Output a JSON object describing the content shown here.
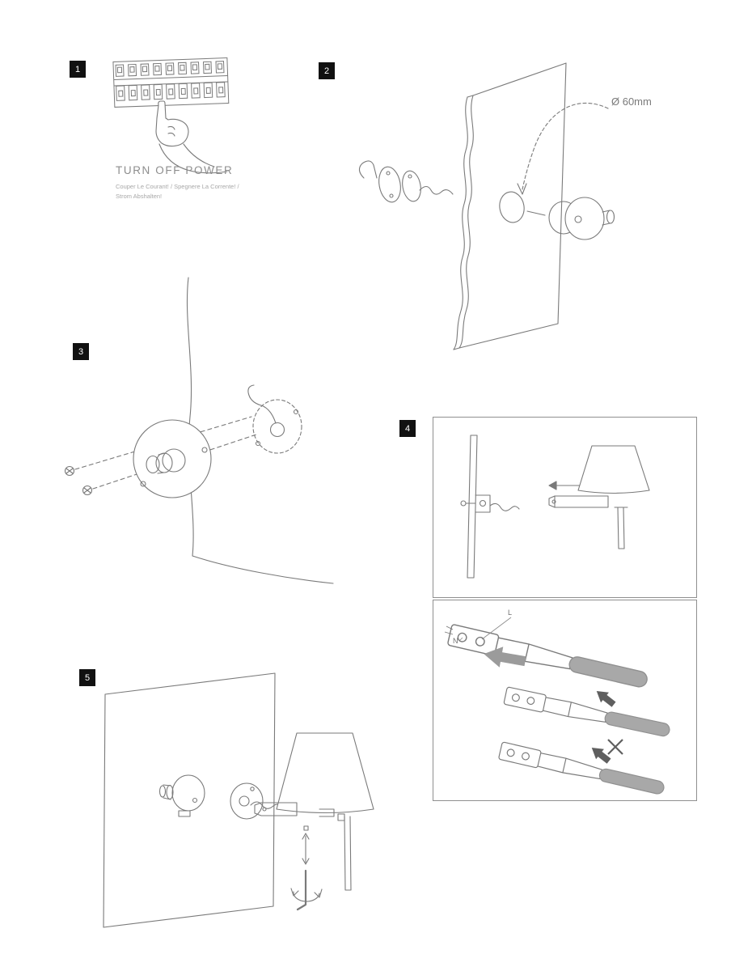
{
  "colors": {
    "background": "#ffffff",
    "line": "#7a7a7a",
    "badge_bg": "#111111",
    "badge_text": "#ffffff",
    "cable_gray": "#a8a8a8",
    "arrow_gray": "#9b9b9b",
    "title_text": "#8d8d8d",
    "subtitle_text": "#a8a8a8"
  },
  "steps": [
    {
      "number": "1",
      "title": "TURN OFF POWER",
      "subtitle": [
        "Couper Le Courant! / Spegnere La Corrente! /",
        "Strom Abshalten!"
      ]
    },
    {
      "number": "2",
      "annotation": "Ø 60mm"
    },
    {
      "number": "3"
    },
    {
      "number": "4",
      "labels": {
        "live": "L",
        "neutral": "N"
      }
    },
    {
      "number": "5"
    }
  ]
}
